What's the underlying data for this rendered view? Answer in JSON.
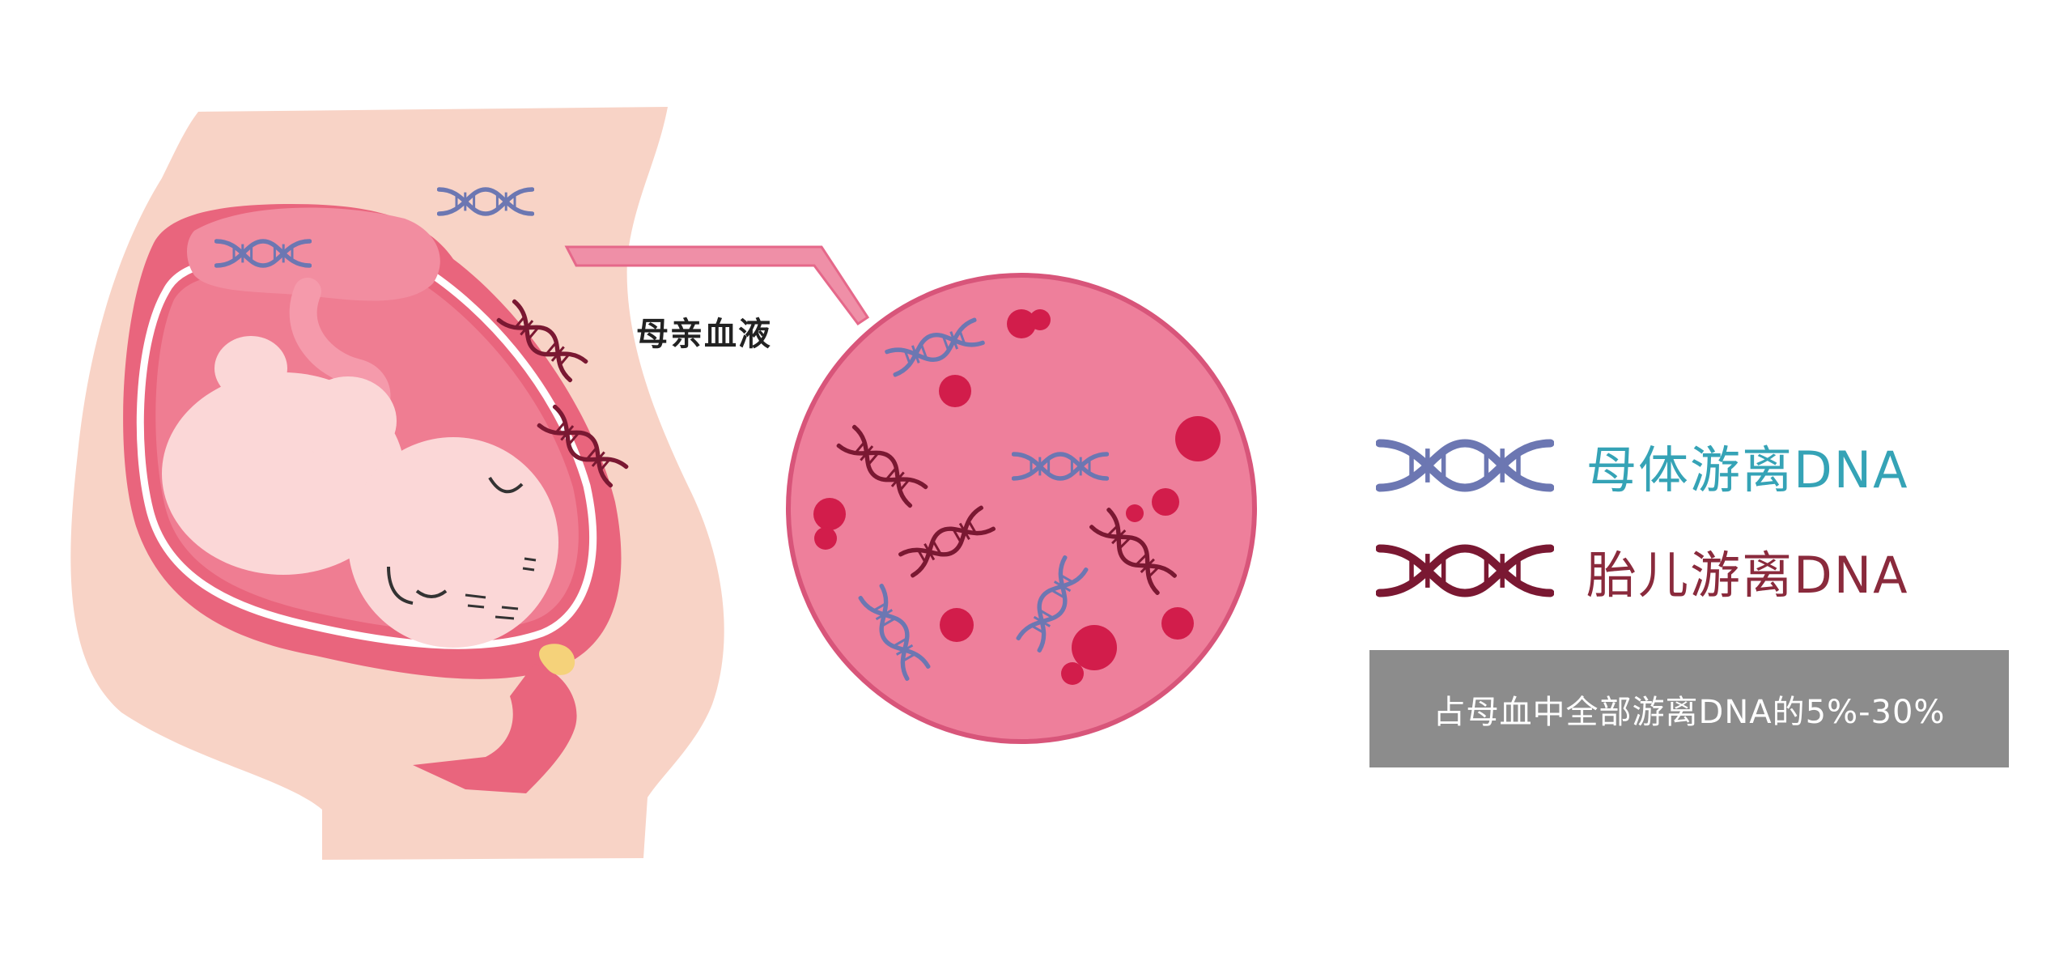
{
  "callout_label": "母亲血液",
  "legend": {
    "maternal": {
      "label": "母体游离DNA",
      "text_color": "#35a3b6",
      "strand_color": "#6c77b2"
    },
    "fetal": {
      "label": "胎儿游离DNA",
      "text_color": "#8a2a3c",
      "strand_color": "#7a1832"
    }
  },
  "note": "占母血中全部游离DNA的5%-30%",
  "colors": {
    "body_skin": "#f8d3c6",
    "uterus": "#e9657d",
    "uterus_light": "#f59aab",
    "baby_skin": "#fbd7d7",
    "blood_circle": "#ee7f9b",
    "blood_cell": "#d21d4b",
    "note_bg": "#8c8c8c"
  }
}
